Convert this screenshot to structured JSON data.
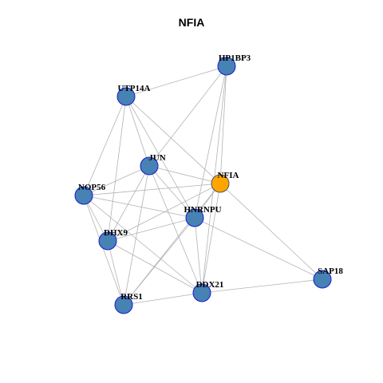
{
  "title": "NFIA",
  "colors": {
    "node_fill": "#4682B4",
    "node_stroke": "#1a1acd",
    "focus_fill": "#FFA500",
    "focus_stroke": "#555555",
    "edge": "#b3b3b3"
  },
  "focus_node": "NFIA",
  "nodes": [
    "HP1BP3",
    "UTP14A",
    "JUN",
    "NFIA",
    "NOP56",
    "HNRNPU",
    "DHX9",
    "SAP18",
    "DDX21",
    "RRS1"
  ],
  "edges": [
    [
      "UTP14A",
      "HP1BP3"
    ],
    [
      "UTP14A",
      "JUN"
    ],
    [
      "UTP14A",
      "NFIA"
    ],
    [
      "UTP14A",
      "NOP56"
    ],
    [
      "UTP14A",
      "DHX9"
    ],
    [
      "UTP14A",
      "HNRNPU"
    ],
    [
      "HP1BP3",
      "JUN"
    ],
    [
      "HP1BP3",
      "NFIA"
    ],
    [
      "HP1BP3",
      "HNRNPU"
    ],
    [
      "HP1BP3",
      "DDX21"
    ],
    [
      "JUN",
      "NOP56"
    ],
    [
      "JUN",
      "NFIA"
    ],
    [
      "JUN",
      "HNRNPU"
    ],
    [
      "JUN",
      "DHX9"
    ],
    [
      "JUN",
      "DDX21"
    ],
    [
      "JUN",
      "RRS1"
    ],
    [
      "NOP56",
      "NFIA"
    ],
    [
      "NOP56",
      "HNRNPU"
    ],
    [
      "NOP56",
      "DHX9"
    ],
    [
      "NOP56",
      "RRS1"
    ],
    [
      "NOP56",
      "DDX21"
    ],
    [
      "NFIA",
      "HNRNPU"
    ],
    [
      "NFIA",
      "DHX9"
    ],
    [
      "NFIA",
      "SAP18"
    ],
    [
      "NFIA",
      "DDX21"
    ],
    [
      "NFIA",
      "RRS1"
    ],
    [
      "HNRNPU",
      "DHX9"
    ],
    [
      "HNRNPU",
      "SAP18"
    ],
    [
      "HNRNPU",
      "DDX21"
    ],
    [
      "HNRNPU",
      "RRS1"
    ],
    [
      "DHX9",
      "RRS1"
    ],
    [
      "DHX9",
      "DDX21"
    ],
    [
      "DDX21",
      "SAP18"
    ],
    [
      "DDX21",
      "RRS1"
    ]
  ]
}
